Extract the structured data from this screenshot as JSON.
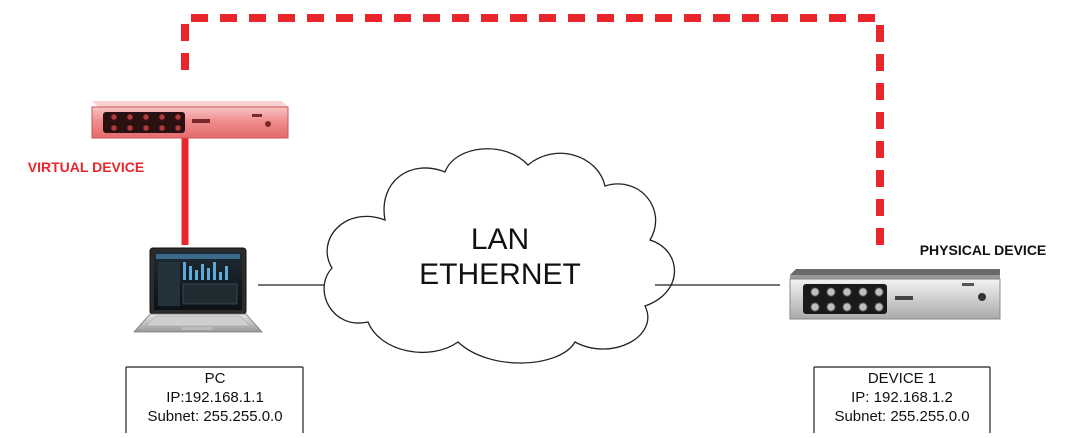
{
  "diagram": {
    "cloud": {
      "line1": "LAN",
      "line2": "ETHERNET"
    },
    "virtual_device": {
      "label": "VIRTUAL DEVICE"
    },
    "physical_device": {
      "label": "PHYSICAL DEVICE"
    },
    "pc": {
      "name": "PC",
      "ip": "IP:192.168.1.1",
      "subnet": "Subnet: 255.255.0.0"
    },
    "device1": {
      "name": "DEVICE 1",
      "ip": "IP: 192.168.1.2",
      "subnet": "Subnet: 255.255.0.0"
    },
    "colors": {
      "link_red": "#e8262c",
      "label_red": "#e8262c",
      "virtual_body": "#f0a0a0",
      "physical_body": "#c8c8c8",
      "panel_dark": "#1a1a1a",
      "line_black": "#222222"
    }
  }
}
